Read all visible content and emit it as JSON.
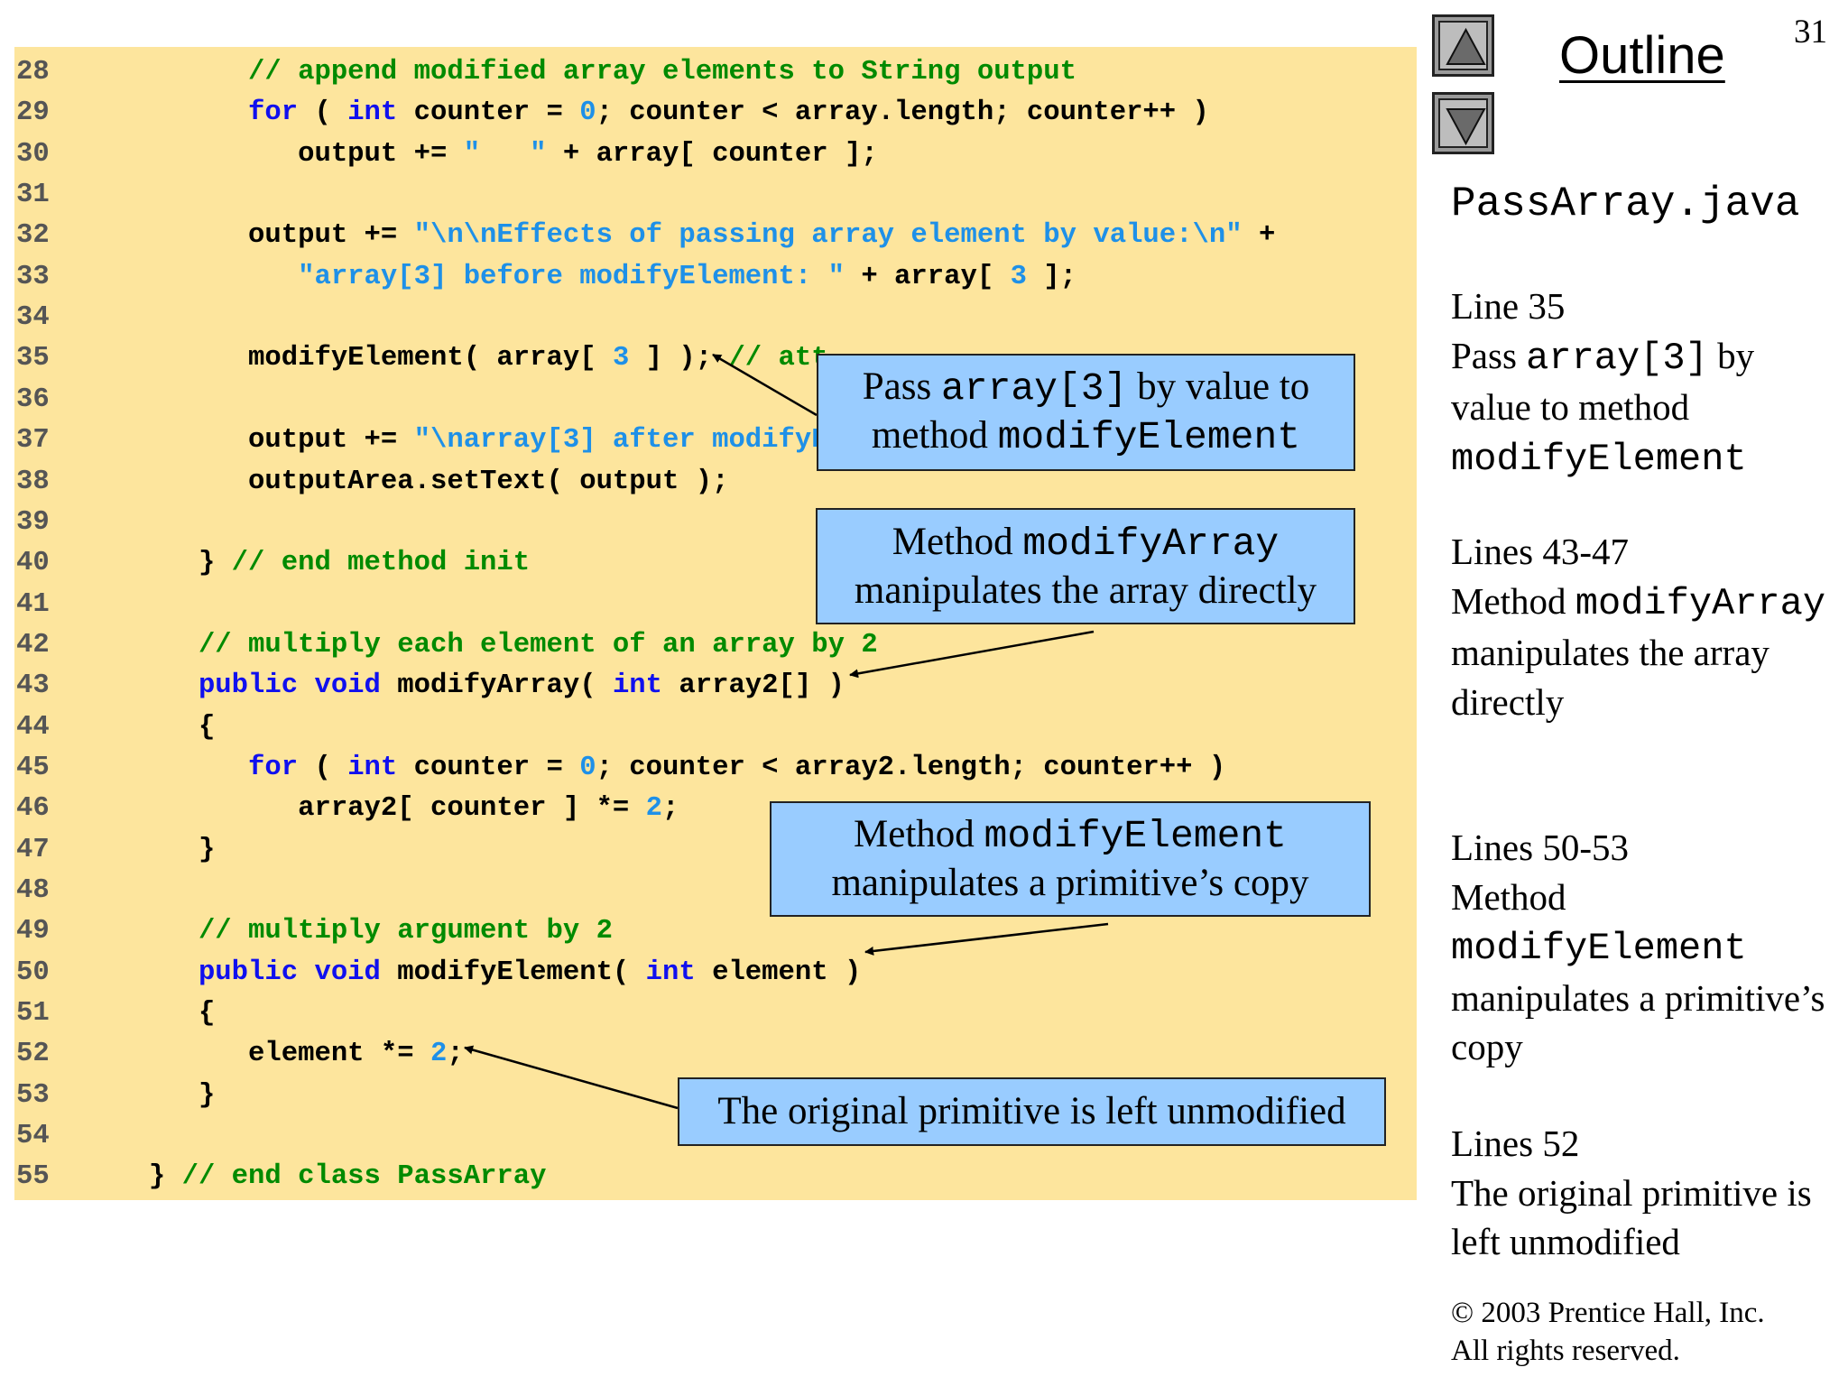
{
  "page_number": "31",
  "outline": {
    "title": "Outline",
    "up_icon": "triangle-up-icon",
    "down_icon": "triangle-down-icon"
  },
  "colors": {
    "panel": "#fde59d",
    "callout": "#99ccff",
    "keyword": "#1010ee",
    "literal": "#1e90e8",
    "comment": "#008a00"
  },
  "code": [
    {
      "n": "28",
      "tokens": [
        [
          "            ",
          "pl"
        ],
        [
          "// append modified array elements to String output",
          "cm"
        ]
      ]
    },
    {
      "n": "29",
      "tokens": [
        [
          "            ",
          "pl"
        ],
        [
          "for",
          "kw"
        ],
        [
          " ( ",
          "pl"
        ],
        [
          "int",
          "kw"
        ],
        [
          " counter = ",
          "pl"
        ],
        [
          "0",
          "str"
        ],
        [
          "; counter < array.length; counter++ )",
          "pl"
        ]
      ]
    },
    {
      "n": "30",
      "tokens": [
        [
          "               output += ",
          "pl"
        ],
        [
          "\"   \"",
          "str"
        ],
        [
          " + array[ counter ];",
          "pl"
        ]
      ]
    },
    {
      "n": "31",
      "tokens": []
    },
    {
      "n": "32",
      "tokens": [
        [
          "            output += ",
          "pl"
        ],
        [
          "\"\\n\\nEffects of passing array element by value:\\n\"",
          "str"
        ],
        [
          " +",
          "pl"
        ]
      ]
    },
    {
      "n": "33",
      "tokens": [
        [
          "               ",
          "pl"
        ],
        [
          "\"array[3] before modifyElement: \"",
          "str"
        ],
        [
          " + array[ ",
          "pl"
        ],
        [
          "3",
          "str"
        ],
        [
          " ];",
          "pl"
        ]
      ]
    },
    {
      "n": "34",
      "tokens": []
    },
    {
      "n": "35",
      "tokens": [
        [
          "            modifyElement( array[ ",
          "pl"
        ],
        [
          "3",
          "str"
        ],
        [
          " ] ); ",
          "pl"
        ],
        [
          "// att",
          "cm"
        ]
      ]
    },
    {
      "n": "36",
      "tokens": []
    },
    {
      "n": "37",
      "tokens": [
        [
          "            output += ",
          "pl"
        ],
        [
          "\"\\narray[3] after modifyE",
          "str"
        ]
      ]
    },
    {
      "n": "38",
      "tokens": [
        [
          "            outputArea.setText( output );",
          "pl"
        ]
      ]
    },
    {
      "n": "39",
      "tokens": []
    },
    {
      "n": "40",
      "tokens": [
        [
          "         } ",
          "pl"
        ],
        [
          "// end method init",
          "cm"
        ]
      ]
    },
    {
      "n": "41",
      "tokens": []
    },
    {
      "n": "42",
      "tokens": [
        [
          "         ",
          "pl"
        ],
        [
          "// multiply each element of an array by 2",
          "cm"
        ]
      ]
    },
    {
      "n": "43",
      "tokens": [
        [
          "         ",
          "pl"
        ],
        [
          "public",
          "kw"
        ],
        [
          " ",
          "pl"
        ],
        [
          "void",
          "kw"
        ],
        [
          " modifyArray( ",
          "pl"
        ],
        [
          "int",
          "kw"
        ],
        [
          " array2[] )",
          "pl"
        ]
      ]
    },
    {
      "n": "44",
      "tokens": [
        [
          "         {",
          "pl"
        ]
      ]
    },
    {
      "n": "45",
      "tokens": [
        [
          "            ",
          "pl"
        ],
        [
          "for",
          "kw"
        ],
        [
          " ( ",
          "pl"
        ],
        [
          "int",
          "kw"
        ],
        [
          " counter = ",
          "pl"
        ],
        [
          "0",
          "str"
        ],
        [
          "; counter < array2.length; counter++ )",
          "pl"
        ]
      ]
    },
    {
      "n": "46",
      "tokens": [
        [
          "               array2[ counter ] *= ",
          "pl"
        ],
        [
          "2",
          "str"
        ],
        [
          ";",
          "pl"
        ]
      ]
    },
    {
      "n": "47",
      "tokens": [
        [
          "         }",
          "pl"
        ]
      ]
    },
    {
      "n": "48",
      "tokens": []
    },
    {
      "n": "49",
      "tokens": [
        [
          "         ",
          "pl"
        ],
        [
          "// multiply argument by 2",
          "cm"
        ]
      ]
    },
    {
      "n": "50",
      "tokens": [
        [
          "         ",
          "pl"
        ],
        [
          "public",
          "kw"
        ],
        [
          " ",
          "pl"
        ],
        [
          "void",
          "kw"
        ],
        [
          " modifyElement( ",
          "pl"
        ],
        [
          "int",
          "kw"
        ],
        [
          " element )",
          "pl"
        ]
      ]
    },
    {
      "n": "51",
      "tokens": [
        [
          "         {",
          "pl"
        ]
      ]
    },
    {
      "n": "52",
      "tokens": [
        [
          "            element *= ",
          "pl"
        ],
        [
          "2",
          "str"
        ],
        [
          ";",
          "pl"
        ]
      ]
    },
    {
      "n": "53",
      "tokens": [
        [
          "         }",
          "pl"
        ]
      ]
    },
    {
      "n": "54",
      "tokens": []
    },
    {
      "n": "55",
      "tokens": [
        [
          "      } ",
          "pl"
        ],
        [
          "// end class PassArray",
          "cm"
        ]
      ]
    }
  ],
  "callouts": [
    {
      "l1a": "Pass ",
      "l1b": "array[3]",
      "l1c": " by value to",
      "l2a": "method ",
      "l2b": "modifyElement"
    },
    {
      "l1a": "Method ",
      "l1b": "modifyArray",
      "l2": "manipulates the array directly"
    },
    {
      "l1a": "Method ",
      "l1b": "modifyElement",
      "l2": "manipulates a primitive’s copy"
    },
    {
      "text": "The original primitive is left unmodified"
    }
  ],
  "sidebar": {
    "filename": "PassArray.java",
    "notes": [
      {
        "heading": "Line 35",
        "parts": [
          [
            "Pass ",
            "t"
          ],
          [
            "array[3]",
            "m"
          ],
          [
            " by value to method ",
            "t"
          ],
          [
            "modifyElement",
            "m"
          ]
        ]
      },
      {
        "heading": "Lines 43-47",
        "parts": [
          [
            "Method ",
            "t"
          ],
          [
            "modifyArray",
            "m"
          ],
          [
            " manipulates the array directly",
            "t"
          ]
        ]
      },
      {
        "heading": "Lines 50-53",
        "parts": [
          [
            "Method ",
            "t"
          ],
          [
            "modifyElement",
            "m"
          ],
          [
            " manipulates a primitive’s copy",
            "t"
          ]
        ]
      },
      {
        "heading": "Lines 52",
        "parts": [
          [
            "The original primitive is left unmodified",
            "t"
          ]
        ]
      }
    ],
    "copyright_line1": "© 2003 Prentice Hall, Inc.",
    "copyright_line2": "All rights reserved."
  }
}
